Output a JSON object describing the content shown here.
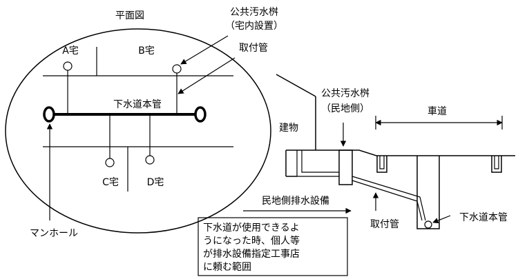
{
  "plan": {
    "title": "平面図",
    "house_a": "A宅",
    "house_b": "B宅",
    "house_c": "C宅",
    "house_d": "D宅",
    "main_sewer": "下水道本管",
    "manhole": "マンホール"
  },
  "labels": {
    "public_basin_line1": "公共汚水桝",
    "public_basin_line2": "（宅内設置）",
    "connection_pipe": "取付管"
  },
  "section": {
    "public_basin_line1": "公共汚水桝",
    "public_basin_line2": "（民地側）",
    "road": "車道",
    "building": "建物",
    "private_drainage": "民地側排水設備",
    "connection_pipe": "取付管",
    "main_sewer": "下水道本管"
  },
  "note": {
    "lines": [
      "下水道が使用できるよ",
      "うになった時、個人等",
      "が排水設備指定工事店",
      "に頼む範囲"
    ]
  }
}
